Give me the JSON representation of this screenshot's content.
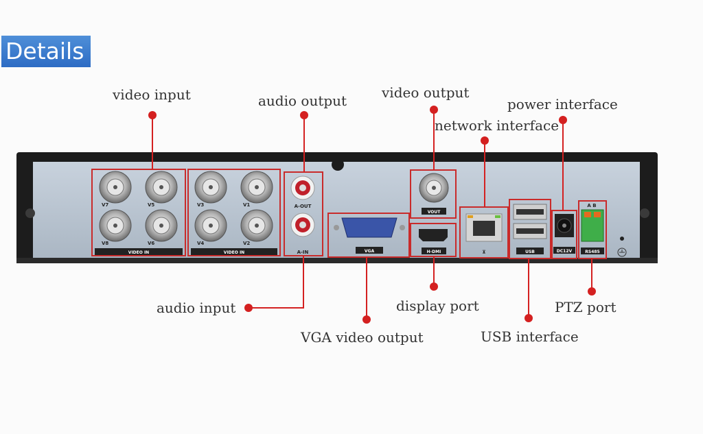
{
  "header": {
    "title": "Details"
  },
  "callouts": {
    "video_input": "video input",
    "audio_output": "audio output",
    "video_output": "video output",
    "power_interface": "power interface",
    "network_interface": "network interface",
    "audio_input": "audio input",
    "display_port": "display port",
    "ptz_port": "PTZ port",
    "vga_video_output": "VGA video output",
    "usb_interface": "USB interface"
  },
  "panel": {
    "channels_left": [
      "V7",
      "V5",
      "V8",
      "V6"
    ],
    "channels_right": [
      "V3",
      "V1",
      "V4",
      "V2"
    ],
    "video_in": "VIDEO IN",
    "a_out": "A-OUT",
    "a_in": "A-IN",
    "vga": "VGA",
    "vout": "VOUT",
    "hdmi": "H-DMI",
    "usb": "USB",
    "dc": "DC12V",
    "rs485": "RS485",
    "rs485_pins": "A B"
  },
  "colors": {
    "callout": "#d42020",
    "chassis": "#1c1c1c",
    "plate": "#b9c4d0",
    "badge": "#3a7bd5"
  },
  "icons": [
    "bnc-connector-icon",
    "rca-jack-icon",
    "vga-port-icon",
    "hdmi-port-icon",
    "ethernet-port-icon",
    "usb-port-icon",
    "dc-power-jack-icon",
    "terminal-block-icon",
    "ground-icon"
  ]
}
